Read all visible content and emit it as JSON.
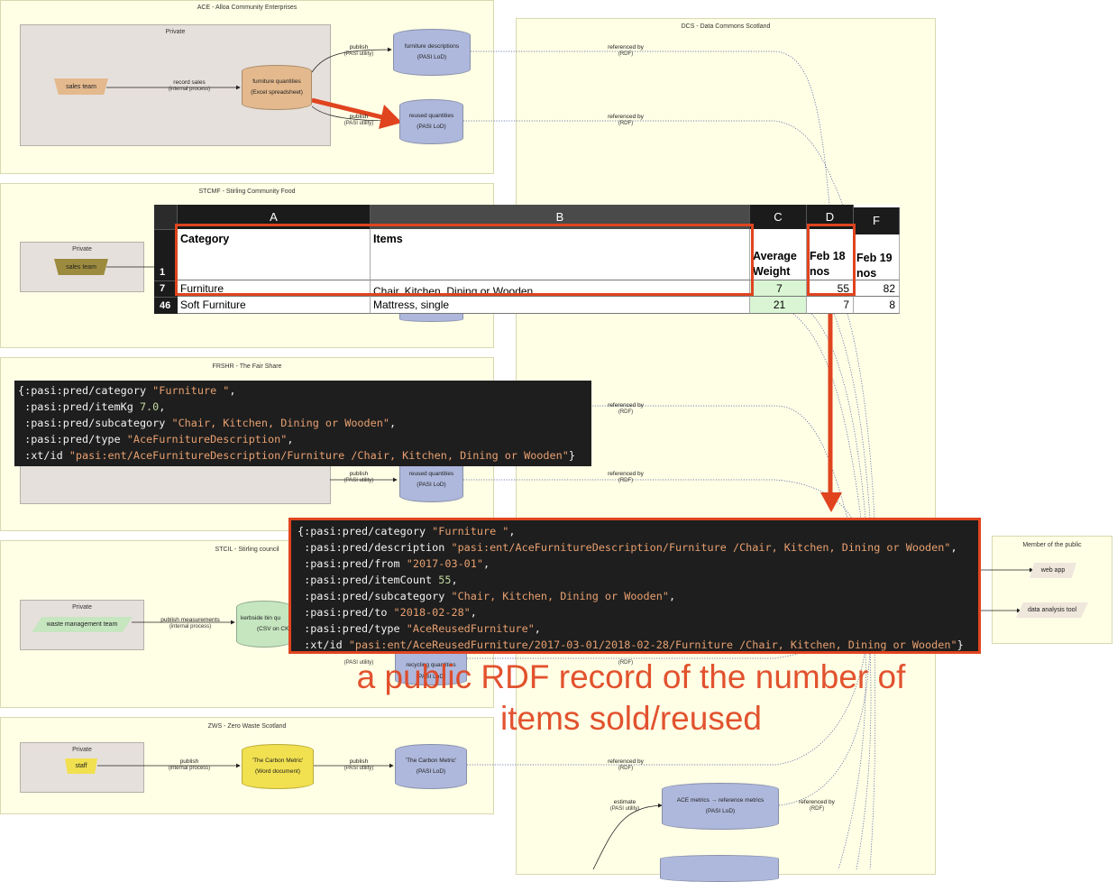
{
  "clusters": {
    "ace": "ACE - Alloa Community Enterprises",
    "stcmf": "STCMF - Stirling Community Food",
    "frshr": "FRSHR - The Fair Share",
    "stcil": "STCIL - Stirling council",
    "zws": "ZWS - Zero Waste Scotland",
    "dcs": "DCS - Data Commons Scotland",
    "public": "Member of the public"
  },
  "private_label": "Private",
  "nodes": {
    "ace_sales_team": "sales team",
    "ace_furniture_quantities": [
      "furniture quantities",
      "(Excel spreadsheet)"
    ],
    "ace_furniture_descriptions": [
      "furniture descriptions",
      "(PASI LoD)"
    ],
    "ace_reused_quantities": [
      "reused quantities",
      "(PASI LoD)"
    ],
    "stcmf_sales_team": "sales team",
    "frshr_reused_quantities": [
      "reused quantities",
      "(PASI LoD)"
    ],
    "stcil_waste_team": "waste management team",
    "stcil_kerbside": [
      "kerbside bin qu",
      "(CSV on CK"
    ],
    "stcil_recycling": [
      "recycling quantities",
      "(PASI LoD)"
    ],
    "zws_staff": "staff",
    "zws_carbon_word": [
      "'The Carbon Metric'",
      "(Word document)"
    ],
    "zws_carbon_lod": [
      "'The Carbon Metric'",
      "(PASI LoD)"
    ],
    "dcs_metrics": [
      "ACE metrics → reference metrics",
      "(PASI LoD)"
    ],
    "web_app": "web app",
    "data_analysis_tool": "data analysis tool"
  },
  "edges": {
    "record_sales": [
      "record sales",
      "(internal process)"
    ],
    "publish_utility": [
      "publish",
      "(PASI utility)"
    ],
    "publish_internal": [
      "publish",
      "(internal process)"
    ],
    "publish_measurements": [
      "publish measurements",
      "(internal process)"
    ],
    "referenced_by": [
      "referenced by",
      "(RDF)"
    ],
    "estimate": [
      "estimate",
      "(PASI utility)"
    ]
  },
  "spreadsheet": {
    "columns": [
      "A",
      "B",
      "C",
      "D",
      "F"
    ],
    "row_numbers": [
      "1",
      "7",
      "46"
    ],
    "header": [
      "Category",
      "Items",
      "Average\nWeight",
      "Feb 18\nnos",
      "Feb 19\nnos"
    ],
    "rows": [
      [
        "Furniture",
        "Chair, Kitchen, Dining or Wooden",
        "7",
        "55",
        "82"
      ],
      [
        "Soft Furniture",
        "Mattress, single",
        "21",
        "7",
        "8"
      ]
    ]
  },
  "code_description": [
    [
      [
        "{:pasi:pred/category ",
        "k"
      ],
      [
        "\"Furniture \"",
        "s"
      ],
      [
        ",",
        "k"
      ]
    ],
    [
      [
        " :pasi:pred/itemKg ",
        "k"
      ],
      [
        "7.0",
        "n"
      ],
      [
        ",",
        "k"
      ]
    ],
    [
      [
        " :pasi:pred/subcategory ",
        "k"
      ],
      [
        "\"Chair, Kitchen, Dining or Wooden\"",
        "s"
      ],
      [
        ",",
        "k"
      ]
    ],
    [
      [
        " :pasi:pred/type ",
        "k"
      ],
      [
        "\"AceFurnitureDescription\"",
        "s"
      ],
      [
        ",",
        "k"
      ]
    ],
    [
      [
        " :xt/id ",
        "k"
      ],
      [
        "\"pasi:ent/AceFurnitureDescription/Furniture /Chair, Kitchen, Dining or Wooden\"",
        "s"
      ],
      [
        "}",
        "k"
      ]
    ]
  ],
  "code_reused": [
    [
      [
        "{:pasi:pred/category ",
        "k"
      ],
      [
        "\"Furniture \"",
        "s"
      ],
      [
        ",",
        "k"
      ]
    ],
    [
      [
        " :pasi:pred/description ",
        "k"
      ],
      [
        "\"pasi:ent/AceFurnitureDescription/Furniture /Chair, Kitchen, Dining or Wooden\"",
        "s"
      ],
      [
        ",",
        "k"
      ]
    ],
    [
      [
        " :pasi:pred/from ",
        "k"
      ],
      [
        "\"2017-03-01\"",
        "s"
      ],
      [
        ",",
        "k"
      ]
    ],
    [
      [
        " :pasi:pred/itemCount ",
        "k"
      ],
      [
        "55",
        "n"
      ],
      [
        ",",
        "k"
      ]
    ],
    [
      [
        " :pasi:pred/subcategory ",
        "k"
      ],
      [
        "\"Chair, Kitchen, Dining or Wooden\"",
        "s"
      ],
      [
        ",",
        "k"
      ]
    ],
    [
      [
        " :pasi:pred/to ",
        "k"
      ],
      [
        "\"2018-02-28\"",
        "s"
      ],
      [
        ",",
        "k"
      ]
    ],
    [
      [
        " :pasi:pred/type ",
        "k"
      ],
      [
        "\"AceReusedFurniture\"",
        "s"
      ],
      [
        ",",
        "k"
      ]
    ],
    [
      [
        " :xt/id ",
        "k"
      ],
      [
        "\"pasi:ent/AceReusedFurniture/2017-03-01/2018-02-28/Furniture /Chair, Kitchen, Dining or Wooden\"",
        "s"
      ],
      [
        "}",
        "k"
      ]
    ]
  ],
  "caption": [
    "a public RDF record of the number of",
    "items sold/reused"
  ],
  "colors": {
    "annotation": "#e0441f",
    "cluster_bg": "#ffffe6",
    "private_bg": "#e6e0dc",
    "lod": "#aeb8dc"
  }
}
